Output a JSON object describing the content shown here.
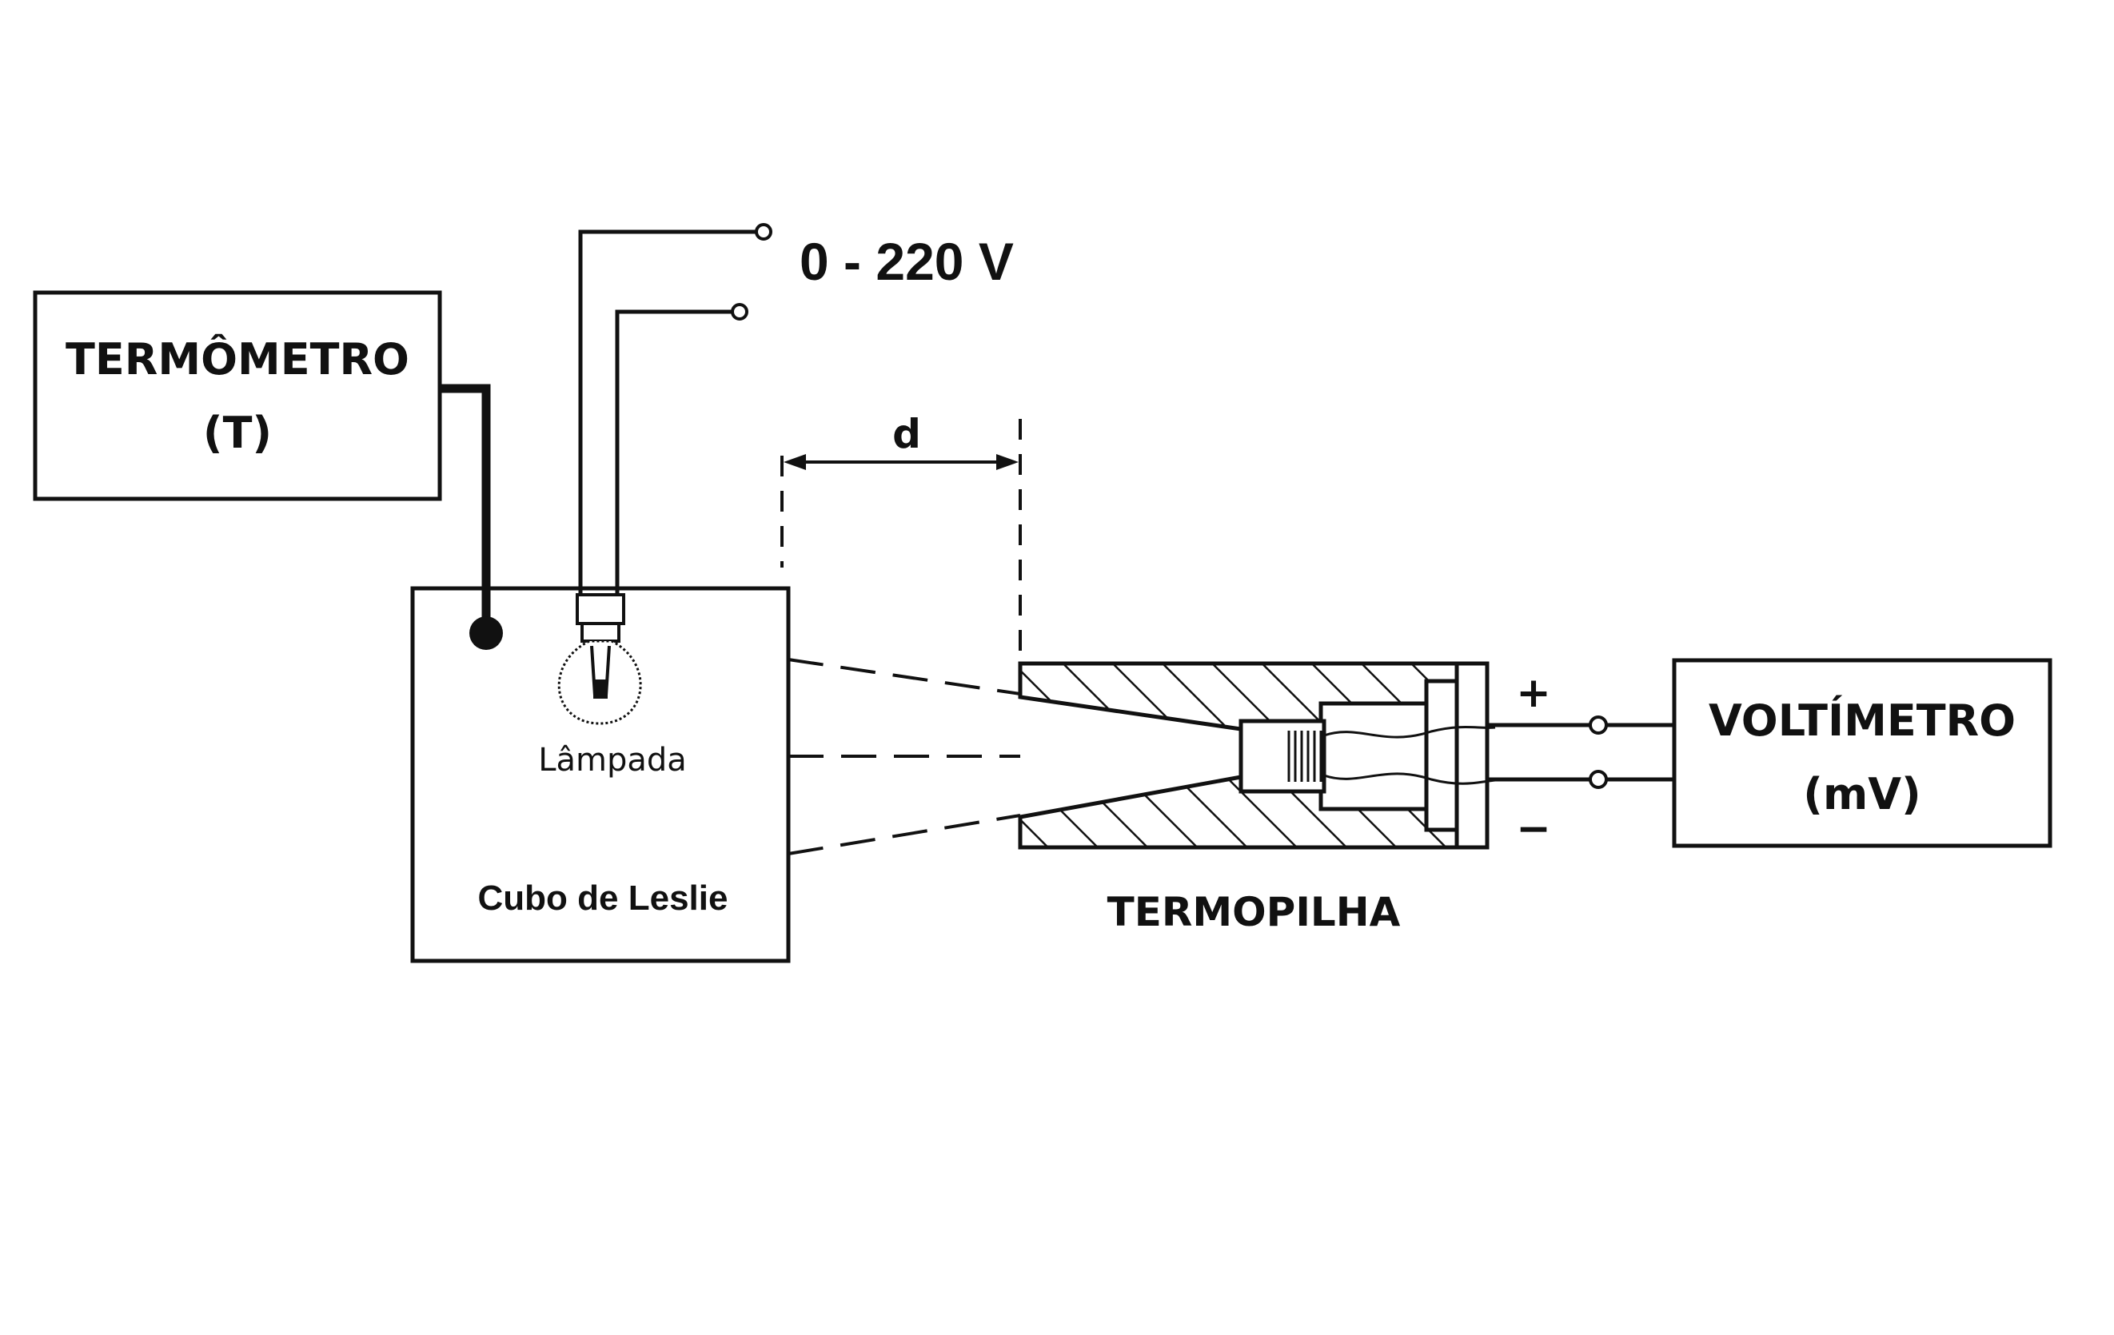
{
  "voltage_label": "0 - 220 V",
  "thermometer": {
    "name": "TERMÔMETRO",
    "unit": "(T)"
  },
  "lamp_label": "Lâmpada",
  "cube_label": "Cubo de Leslie",
  "distance_label": "d",
  "thermopile_label": "TERMOPILHA",
  "voltmeter": {
    "name": "VOLTÍMETRO",
    "unit": "(mV)"
  },
  "polarity": {
    "plus": "+",
    "minus": "−"
  },
  "colors": {
    "ink": "#111111",
    "background": "#ffffff"
  }
}
